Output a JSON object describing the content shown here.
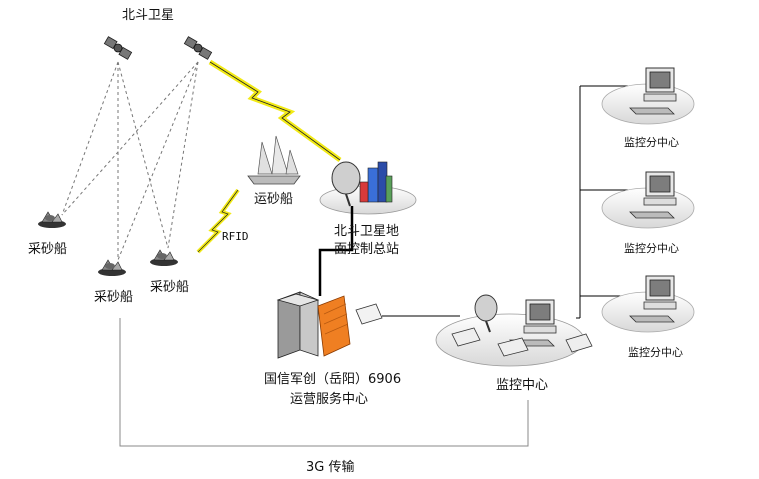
{
  "labels": {
    "satellite": "北斗卫星",
    "transport_ship": "运砂船",
    "rfid": "RFID",
    "ground_station_line1": "北斗卫星地",
    "ground_station_line2": "面控制总站",
    "sand_ship_left": "采砂船",
    "sand_ship_mid": "采砂船",
    "sand_ship_right": "采砂船",
    "service_center_line1": "国信军创（岳阳）6906",
    "service_center_line2": "运营服务中心",
    "monitor_center": "监控中心",
    "branch_1": "监控分中心",
    "branch_2": "监控分中心",
    "branch_3": "监控分中心",
    "network_3g": "3G 传输"
  },
  "colors": {
    "lightning": "#f2ea16",
    "building_orange": "#ef7f22",
    "line": "#000000",
    "dashed": "#777777"
  }
}
